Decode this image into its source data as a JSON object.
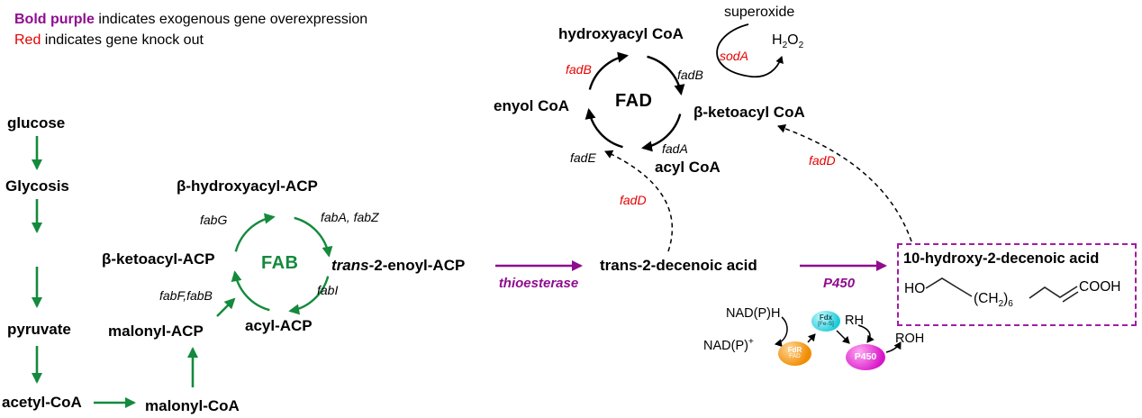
{
  "legend": {
    "bold_purple": "Bold purple",
    "line1_rest": " indicates exogenous gene overexpression",
    "red": "Red",
    "line2_rest": " indicates gene knock out"
  },
  "glycolysis": {
    "glucose": "glucose",
    "glycosis": "Glycosis",
    "pyruvate": "pyruvate",
    "acetyl_coa": "acetyl-CoA",
    "malonyl_coa": "malonyl-CoA",
    "malonyl_acp": "malonyl-ACP"
  },
  "fab_cycle": {
    "center": "FAB",
    "beta_hydroxyacyl_acp": "β-hydroxyacyl-ACP",
    "beta_ketoacyl_acp": "β-ketoacyl-ACP",
    "acyl_acp": "acyl-ACP",
    "trans_prefix": "trans",
    "enoyl_suffix": "-2-enoyl-ACP",
    "fabG": "fabG",
    "fabA_fabZ": "fabA, fabZ",
    "fabI": "fabI",
    "fabF_fabB": "fabF,fabB"
  },
  "fad_cycle": {
    "center": "FAD",
    "hydroxyacyl_coa": "hydroxyacyl CoA",
    "enyol_coa": "enyol CoA",
    "beta_ketoacyl_coa": "β-ketoacyl CoA",
    "acyl_coa": "acyl CoA",
    "fadB_knockout": "fadB",
    "fadB": "fadB",
    "fadA": "fadA",
    "fadE": "fadE",
    "fadD_left": "fadD",
    "fadD_right": "fadD"
  },
  "superoxide_branch": {
    "superoxide": "superoxide",
    "h": "H",
    "sub2a": "2",
    "o": "O",
    "sub2b": "2",
    "sodA": "sodA"
  },
  "main_pathway": {
    "thioesterase": "thioesterase",
    "trans_2_decenoic_acid": "trans-2-decenoic acid",
    "p450": "P450",
    "product": "10-hydroxy-2-decenoic acid"
  },
  "structure": {
    "ho": "HO",
    "ch_open": "(CH",
    "ch_sub": "2",
    "ch_close": ")",
    "ch_count": "6",
    "cooh": "COOH"
  },
  "p450_system": {
    "nadph": "NAD(P)H",
    "nadp": "NAD(P)",
    "plus": "+",
    "fdr": "FdR",
    "fdr_cofactor": "FAD",
    "fdx": "Fdx",
    "fdx_cofactor": "[Fe-S]",
    "p450": "P450",
    "rh": "RH",
    "roh": "ROH"
  },
  "colors": {
    "green": "#148a3d",
    "purple": "#8f0d8f",
    "red": "#e60000",
    "black": "#000000",
    "box_dash_purple": "#a21ca2",
    "fdr_orange": "#f08c00",
    "fdx_cyan": "#17c9d9",
    "p450_magenta": "#d814c8"
  }
}
